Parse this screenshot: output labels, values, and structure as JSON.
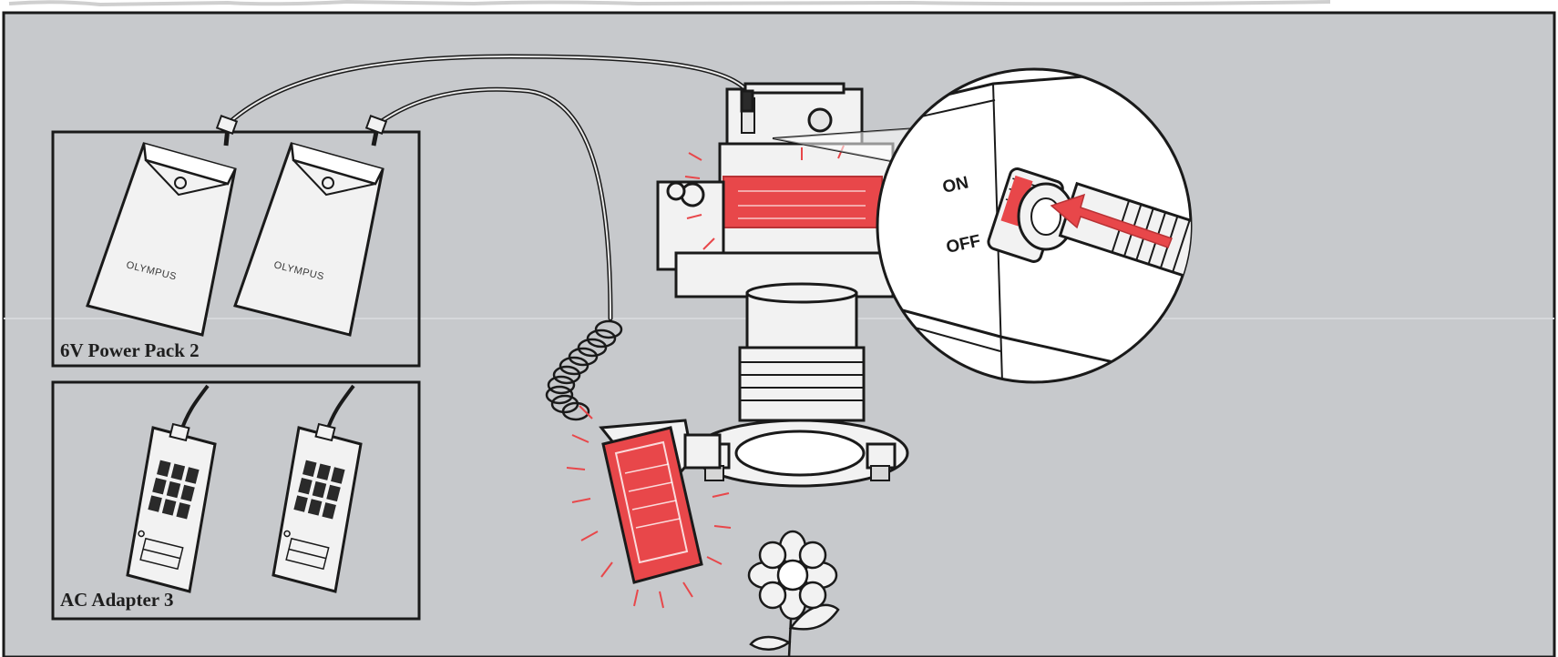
{
  "labels": {
    "power_pack": "6V Power Pack 2",
    "ac_adapter": "AC Adapter 3",
    "brand_mark": "OLYMPUS"
  },
  "switch": {
    "on_label": "ON",
    "off_label": "OFF"
  },
  "colors": {
    "panel_background": "#c7c9cc",
    "line_art": "#1a1a1a",
    "highlight_red": "#e8474a",
    "device_fill": "#f2f2f2"
  },
  "icons": {
    "power_pack": "battery-pack-icon",
    "ac_adapter": "ac-adapter-icon",
    "camera": "camera-icon",
    "flash_head": "flash-head-icon",
    "flower": "flower-icon",
    "switch_detail": "magnifier-callout-icon"
  }
}
